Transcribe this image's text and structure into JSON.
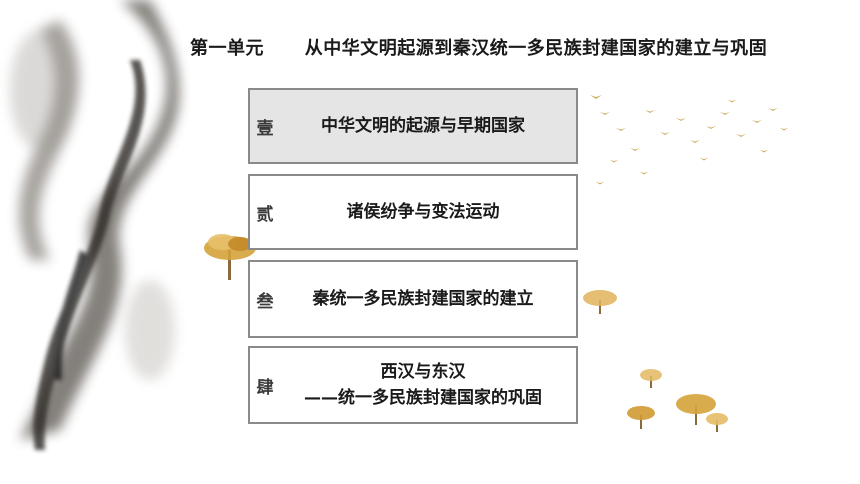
{
  "header": {
    "unit": "第一单元",
    "title": "从中华文明起源到秦汉统一多民族封建国家的建立与巩固"
  },
  "items": [
    {
      "number": "壹",
      "title": "中华文明的起源与早期国家",
      "active": true
    },
    {
      "number": "贰",
      "title": "诸侯纷争与变法运动",
      "active": false
    },
    {
      "number": "叁",
      "title": "秦统一多民族封建国家的建立",
      "active": false
    },
    {
      "number": "肆",
      "title_line1": "西汉与东汉",
      "title_line2": "——统一多民族封建国家的巩固",
      "active": false
    }
  ],
  "colors": {
    "active_bg": "#e5e5e5",
    "border": "#8a8a8a",
    "gold": "#d4a23a"
  },
  "icons": [
    "ink-smoke-decoration",
    "golden-tree-icon",
    "flying-birds-icon"
  ]
}
